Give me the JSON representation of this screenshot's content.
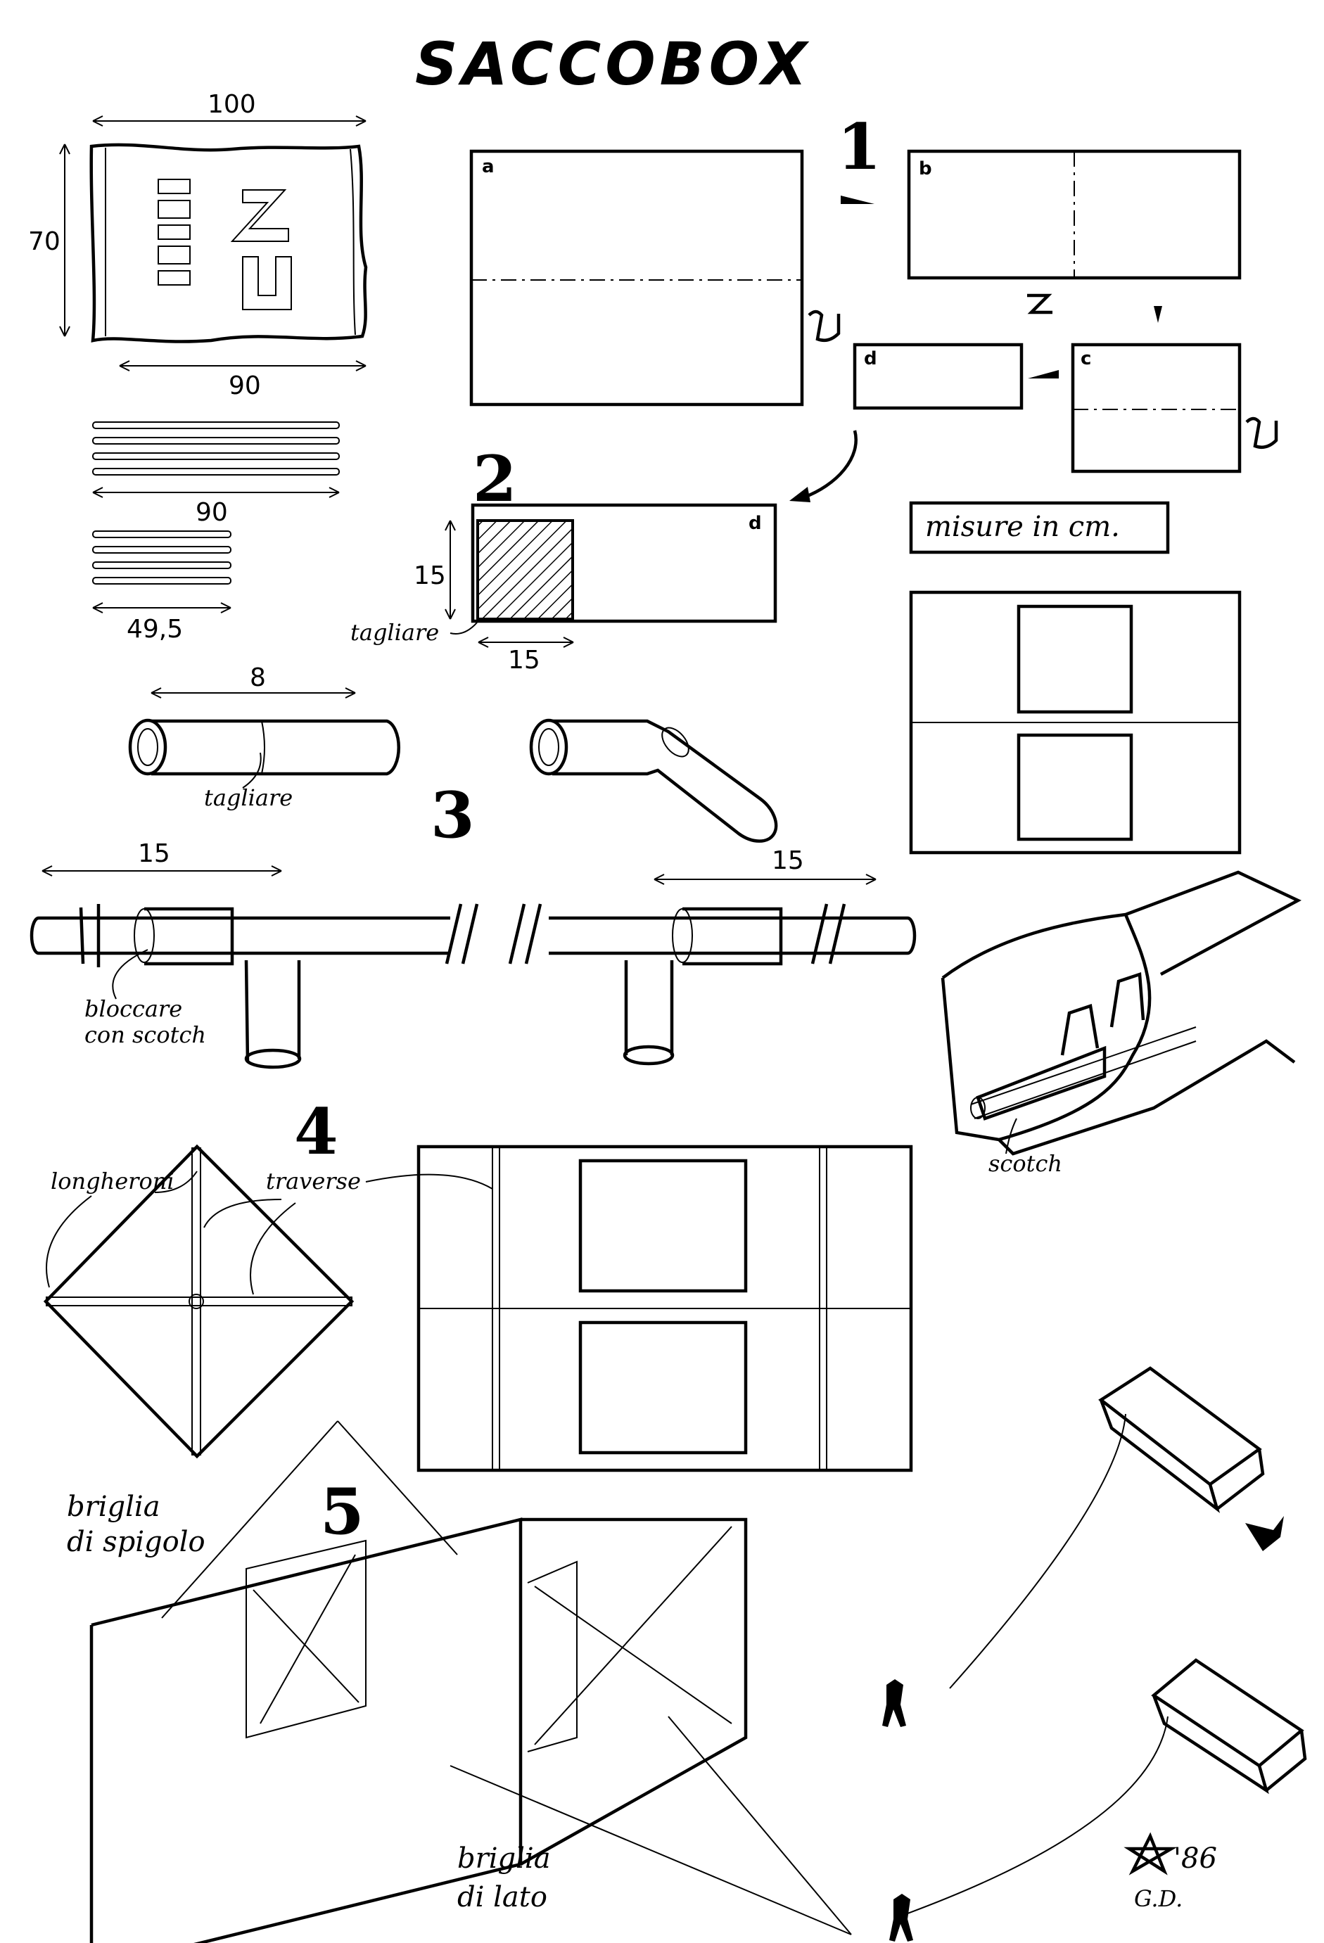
{
  "title": "SACCOBOX",
  "steps": {
    "s1": "1",
    "s2": "2",
    "s3": "3",
    "s4": "4",
    "s5": "5"
  },
  "panel_letters": {
    "a": "a",
    "b": "b",
    "c": "c",
    "d": "d",
    "d2": "d"
  },
  "dimensions": {
    "bag_top": "100",
    "bag_side": "70",
    "bag_bottom": "90",
    "long_sticks": "90",
    "short_sticks": "49,5",
    "cut_height": "15",
    "cut_width": "15",
    "tube_length": "8",
    "spacing_left": "15",
    "spacing_right": "15"
  },
  "notes": {
    "measures": "misure in cm.",
    "cut_1": "tagliare",
    "cut_2": "tagliare",
    "lock_1": "bloccare",
    "lock_2": "con scotch",
    "scotch": "scotch",
    "spars": "longheroni",
    "crossbars": "traverse",
    "edge_bridle_1": "briglia",
    "edge_bridle_2": "di spigolo",
    "side_bridle_1": "briglia",
    "side_bridle_2": "di lato",
    "signature_year": "'86",
    "signature_initials": "G.D."
  }
}
